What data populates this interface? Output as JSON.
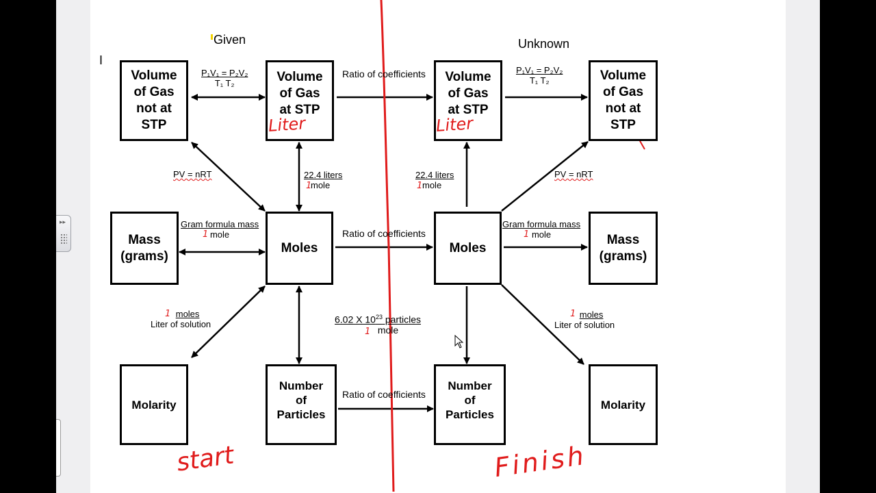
{
  "headings": {
    "given": "Given",
    "unknown": "Unknown"
  },
  "boxes": {
    "vol_not_stp_left": "Volume\nof Gas\nnot at\nSTP",
    "vol_stp_left": "Volume\nof Gas\nat STP",
    "vol_stp_right": "Volume\nof Gas\nat STP",
    "vol_not_stp_right": "Volume\nof Gas\nnot at\nSTP",
    "mass_left": "Mass\n(grams)",
    "moles_left": "Moles",
    "moles_right": "Moles",
    "mass_right": "Mass\n(grams)",
    "molarity_left": "Molarity",
    "particles_left": "Number\nof\nParticles",
    "particles_right": "Number\nof\nParticles",
    "molarity_right": "Molarity"
  },
  "labels": {
    "ratio_top": "Ratio of coefficients",
    "ratio_mid": "Ratio of coefficients",
    "ratio_bottom": "Ratio of coefficients",
    "pv_nrt_left": "PV = nRT",
    "pv_nrt_right": "PV = nRT",
    "liters_left_num": "22.4 liters",
    "liters_left_den": "mole",
    "liters_right_num": "22.4 liters",
    "liters_right_den": "mole",
    "gfm_left_num": "Gram formula mass",
    "gfm_left_den": "mole",
    "gfm_right_num": "Gram formula mass",
    "gfm_right_den": "mole",
    "molarity_left_num": "moles",
    "molarity_left_den": "Liter of solution",
    "molarity_right_num": "moles",
    "molarity_right_den": "Liter of solution",
    "avogadro_num": "6.02 X 10",
    "avogadro_exp": "23",
    "avogadro_unit": " particles",
    "avogadro_den": "mole",
    "gas_law_left_num": "P₁V₁ = P₂V₂",
    "gas_law_left_den": "T₁         T₂",
    "gas_law_right_num": "P₁V₁ = P₂V₂",
    "gas_law_right_den": "T₁         T₂"
  },
  "handwriting": {
    "liter_left": "Liter",
    "liter_right": "Liter",
    "start": "start",
    "finish": "Finish",
    "one": "1"
  },
  "colors": {
    "ink": "#000000",
    "annotation": "#e01b1b",
    "page": "#ffffff",
    "margin": "#efeff1"
  }
}
